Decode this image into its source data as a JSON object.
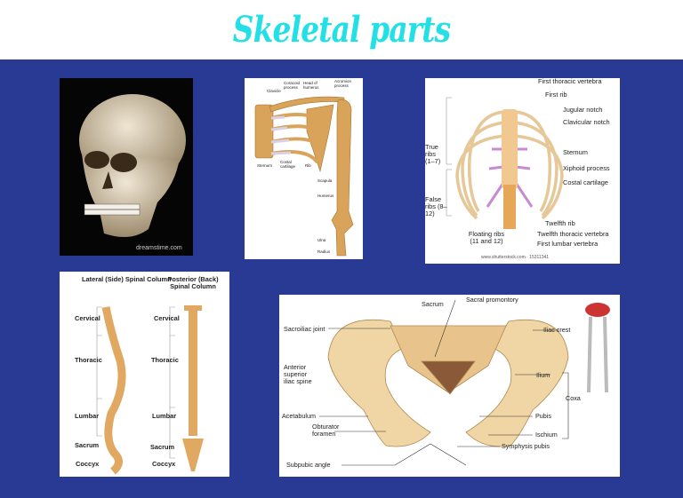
{
  "slide": {
    "title": "Skeletal parts",
    "title_color": "#22e0e6",
    "band_color": "#283a94"
  },
  "skull": {
    "watermark": "dreamstime.com"
  },
  "shoulder": {
    "labels": [
      "Clavicle",
      "Coracoid process",
      "Head of humerus",
      "Acromion process",
      "Sternum",
      "Costal cartilage",
      "Rib",
      "Scapula",
      "Humerus",
      "Ulna",
      "Radius"
    ]
  },
  "ribcage": {
    "labels": [
      "First thoracic vertebra",
      "First rib",
      "Jugular notch",
      "Clavicular notch",
      "True ribs (1–7)",
      "Sternum",
      "Xiphoid process",
      "Costal cartilage",
      "False ribs (8–12)",
      "Twelfth rib",
      "Twelfth thoracic vertebra",
      "First lumbar vertebra",
      "Floating ribs (11 and 12)"
    ],
    "credit": "www.shutterstock.com · 15311341"
  },
  "spine": {
    "lateral_title": "Lateral (Side) Spinal Column",
    "posterior_title": "Posterior (Back) Spinal Column",
    "regions": [
      "Cervical",
      "Thoracic",
      "Lumbar",
      "Sacrum",
      "Coccyx"
    ]
  },
  "pelvis": {
    "labels": [
      "Sacrum",
      "Sacral promontory",
      "Sacroiliac joint",
      "Iliac crest",
      "Anterior superior iliac spine",
      "Ilium",
      "Coxa",
      "Acetabulum",
      "Pubis",
      "Obturator foramen",
      "Ischium",
      "Symphysis pubis",
      "Subpubic angle"
    ]
  }
}
